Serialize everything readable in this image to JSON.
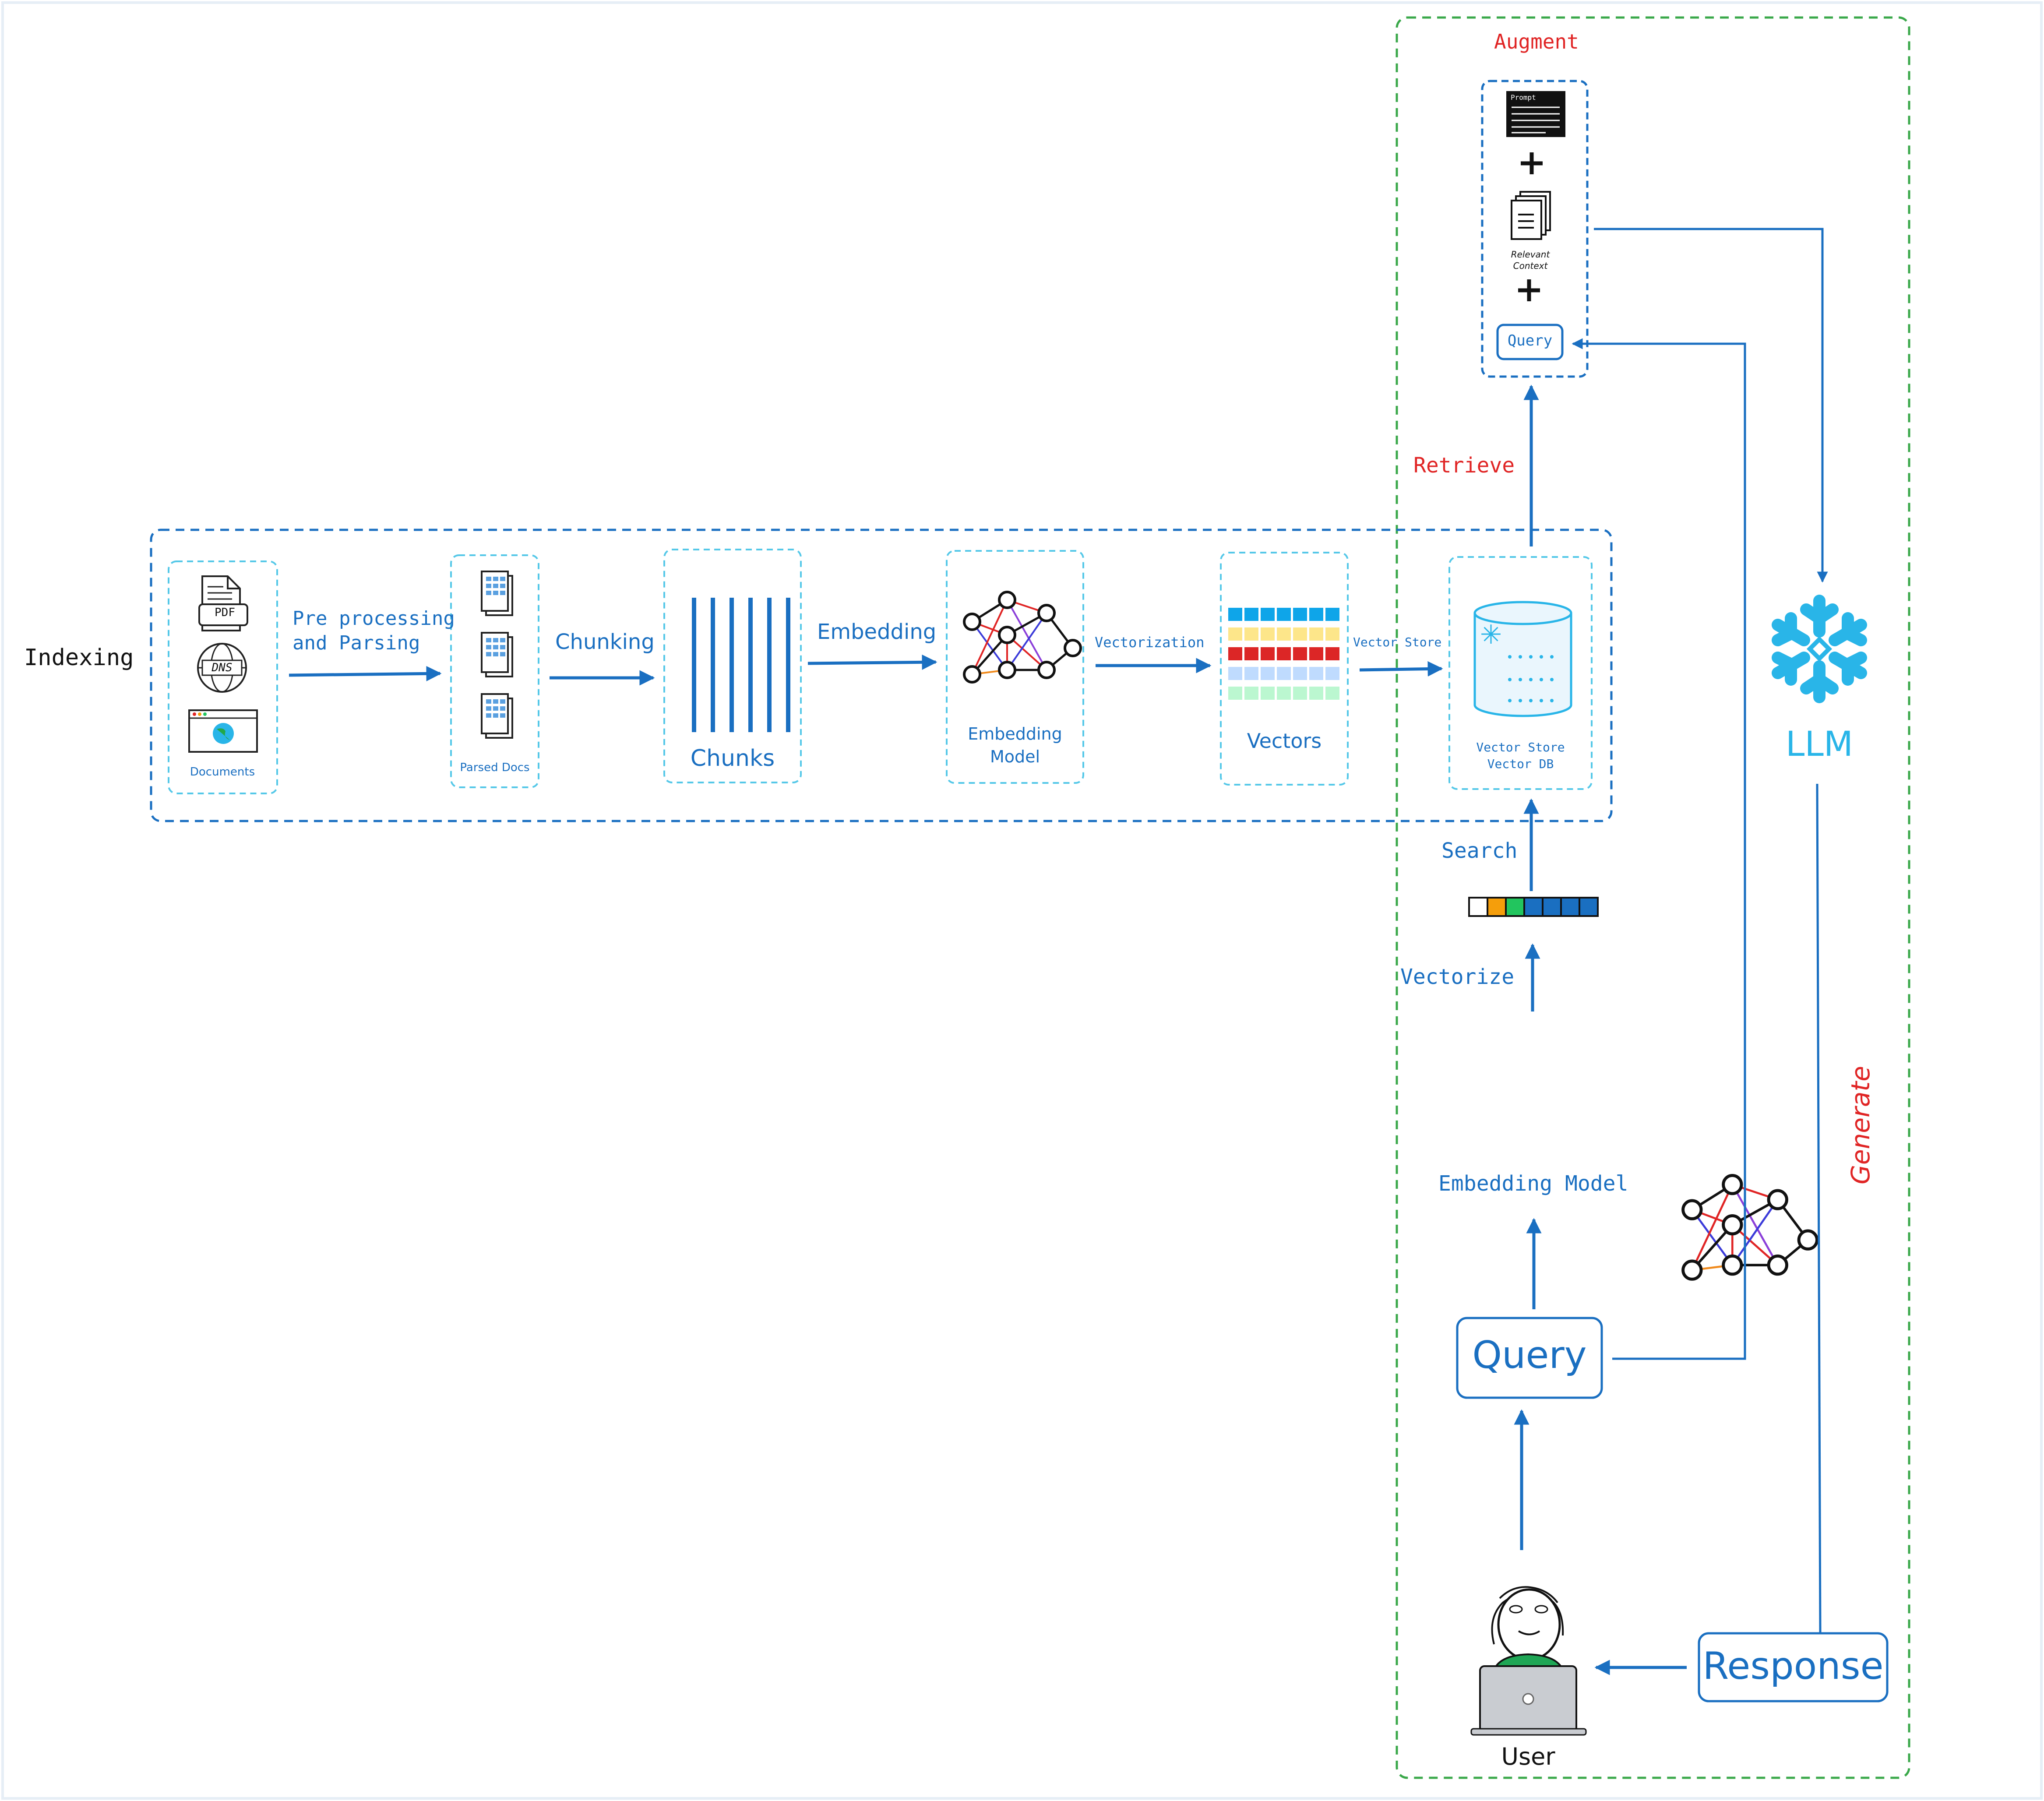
{
  "sections": {
    "indexing": "Indexing",
    "augment": "Augment",
    "retrieve": "Retrieve",
    "generate": "Generate"
  },
  "indexing_steps": {
    "documents": "Documents",
    "preprocessing": "Pre processing\nand Parsing",
    "parsed_docs": "Parsed Docs",
    "chunking": "Chunking",
    "chunks": "Chunks",
    "embedding": "Embedding",
    "embedding_model": "Embedding\nModel",
    "vectorization": "Vectorization",
    "vectors": "Vectors",
    "vector_store_arrow": "Vector Store",
    "vector_store_box": "Vector Store\nVector DB"
  },
  "document_icons": {
    "pdf": "PDF",
    "dns": "DNS"
  },
  "augment_panel": {
    "prompt": "Prompt",
    "relevant_context": "Relevant\nContext",
    "query": "Query"
  },
  "query_flow": {
    "search": "Search",
    "vectorize": "Vectorize",
    "embedding_model": "Embedding Model",
    "query": "Query",
    "user": "User",
    "response": "Response",
    "llm": "LLM"
  },
  "colors": {
    "blue": "#1a6fc1",
    "dash_blue": "#3a8fd9",
    "cyan": "#55c8e8",
    "green_dash": "#3aa84a",
    "red": "#e02525",
    "snowflake": "#29b5e8"
  },
  "vector_rows": [
    "#0ea5e9",
    "#fde68a",
    "#dc2626",
    "#bfdbfe",
    "#bbf7d0"
  ],
  "query_vector_cells": [
    "#ffffff",
    "#f59e0b",
    "#22c55e",
    "#1a6fc1",
    "#1a6fc1",
    "#1a6fc1",
    "#1a6fc1"
  ]
}
